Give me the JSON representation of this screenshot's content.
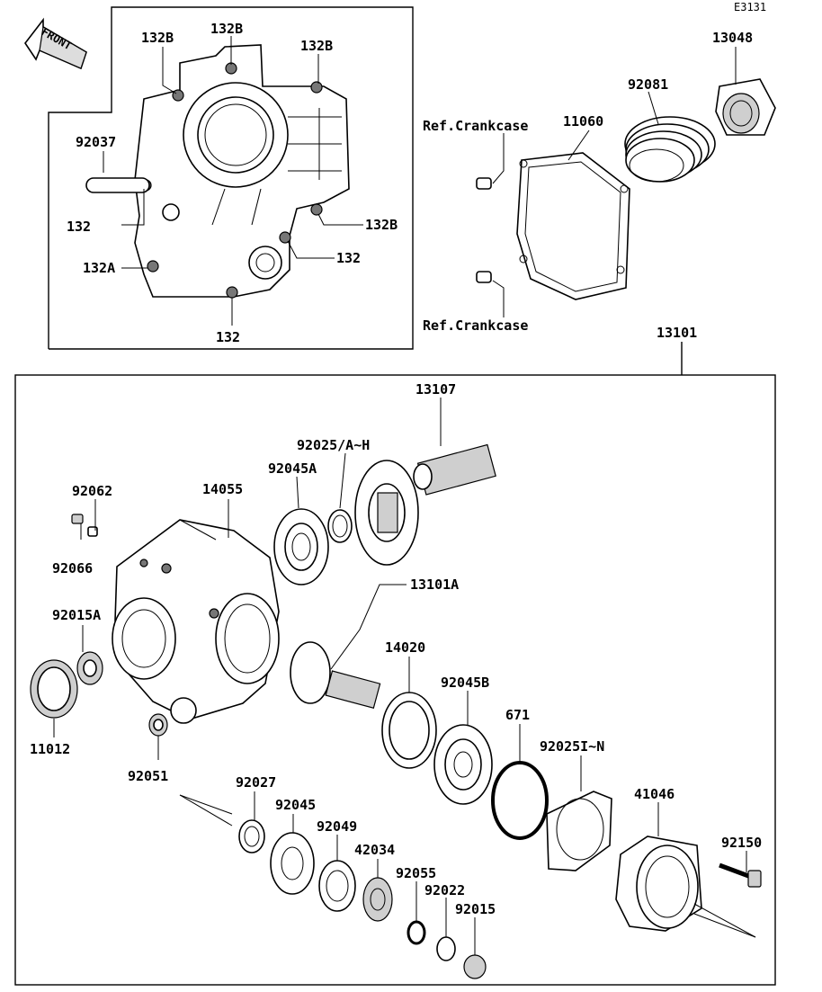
{
  "doc_code": "E3131",
  "front_label": "FRONT",
  "labels": {
    "l_132B_a": "132B",
    "l_132B_b": "132B",
    "l_132B_c": "132B",
    "l_132B_d": "132B",
    "l_92037": "92037",
    "l_132_a": "132",
    "l_132_b": "132",
    "l_132_c": "132",
    "l_132A": "132A",
    "l_ref_crankcase_top": "Ref.Crankcase",
    "l_ref_crankcase_bottom": "Ref.Crankcase",
    "l_11060": "11060",
    "l_92081": "92081",
    "l_13048": "13048",
    "l_13101": "13101",
    "l_13107": "13107",
    "l_92025_AH": "92025/A~H",
    "l_92045A": "92045A",
    "l_14055": "14055",
    "l_92062": "92062",
    "l_92066": "92066",
    "l_92015A": "92015A",
    "l_13101A": "13101A",
    "l_11012": "11012",
    "l_14020": "14020",
    "l_92045B": "92045B",
    "l_671": "671",
    "l_92025_IN": "92025I~N",
    "l_92051": "92051",
    "l_92027": "92027",
    "l_92045": "92045",
    "l_92049": "92049",
    "l_42034": "42034",
    "l_92055": "92055",
    "l_92022": "92022",
    "l_92015": "92015",
    "l_41046": "41046",
    "l_92150": "92150"
  }
}
